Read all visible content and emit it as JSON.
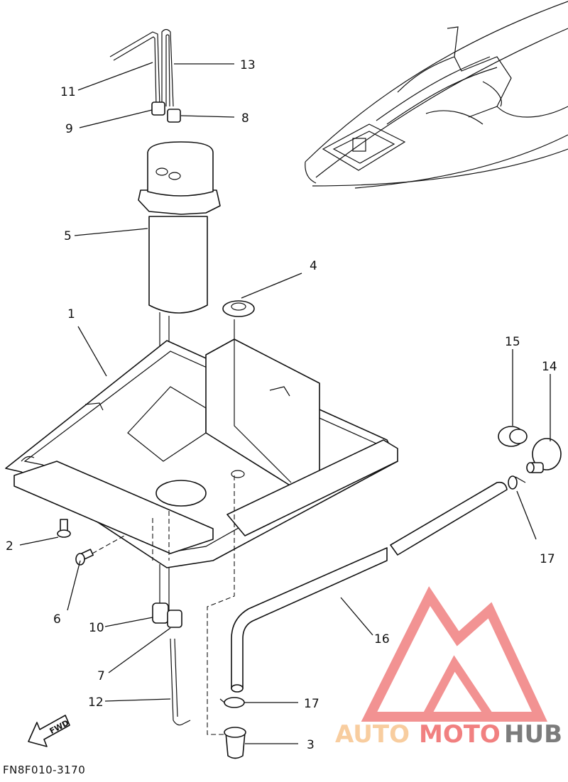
{
  "diagram": {
    "code": "FN8F010-3170",
    "fwd_label": "FWD",
    "watermark": {
      "part1": "AUTO",
      "part2": "MOTO",
      "part3": "HUB",
      "color_light": "#f7c58f",
      "color_red": "#ef6b6b",
      "color_dark": "#666666"
    },
    "callouts": [
      "1",
      "2",
      "3",
      "4",
      "5",
      "6",
      "7",
      "8",
      "9",
      "10",
      "11",
      "12",
      "13",
      "14",
      "15",
      "16",
      "17",
      "17"
    ]
  }
}
